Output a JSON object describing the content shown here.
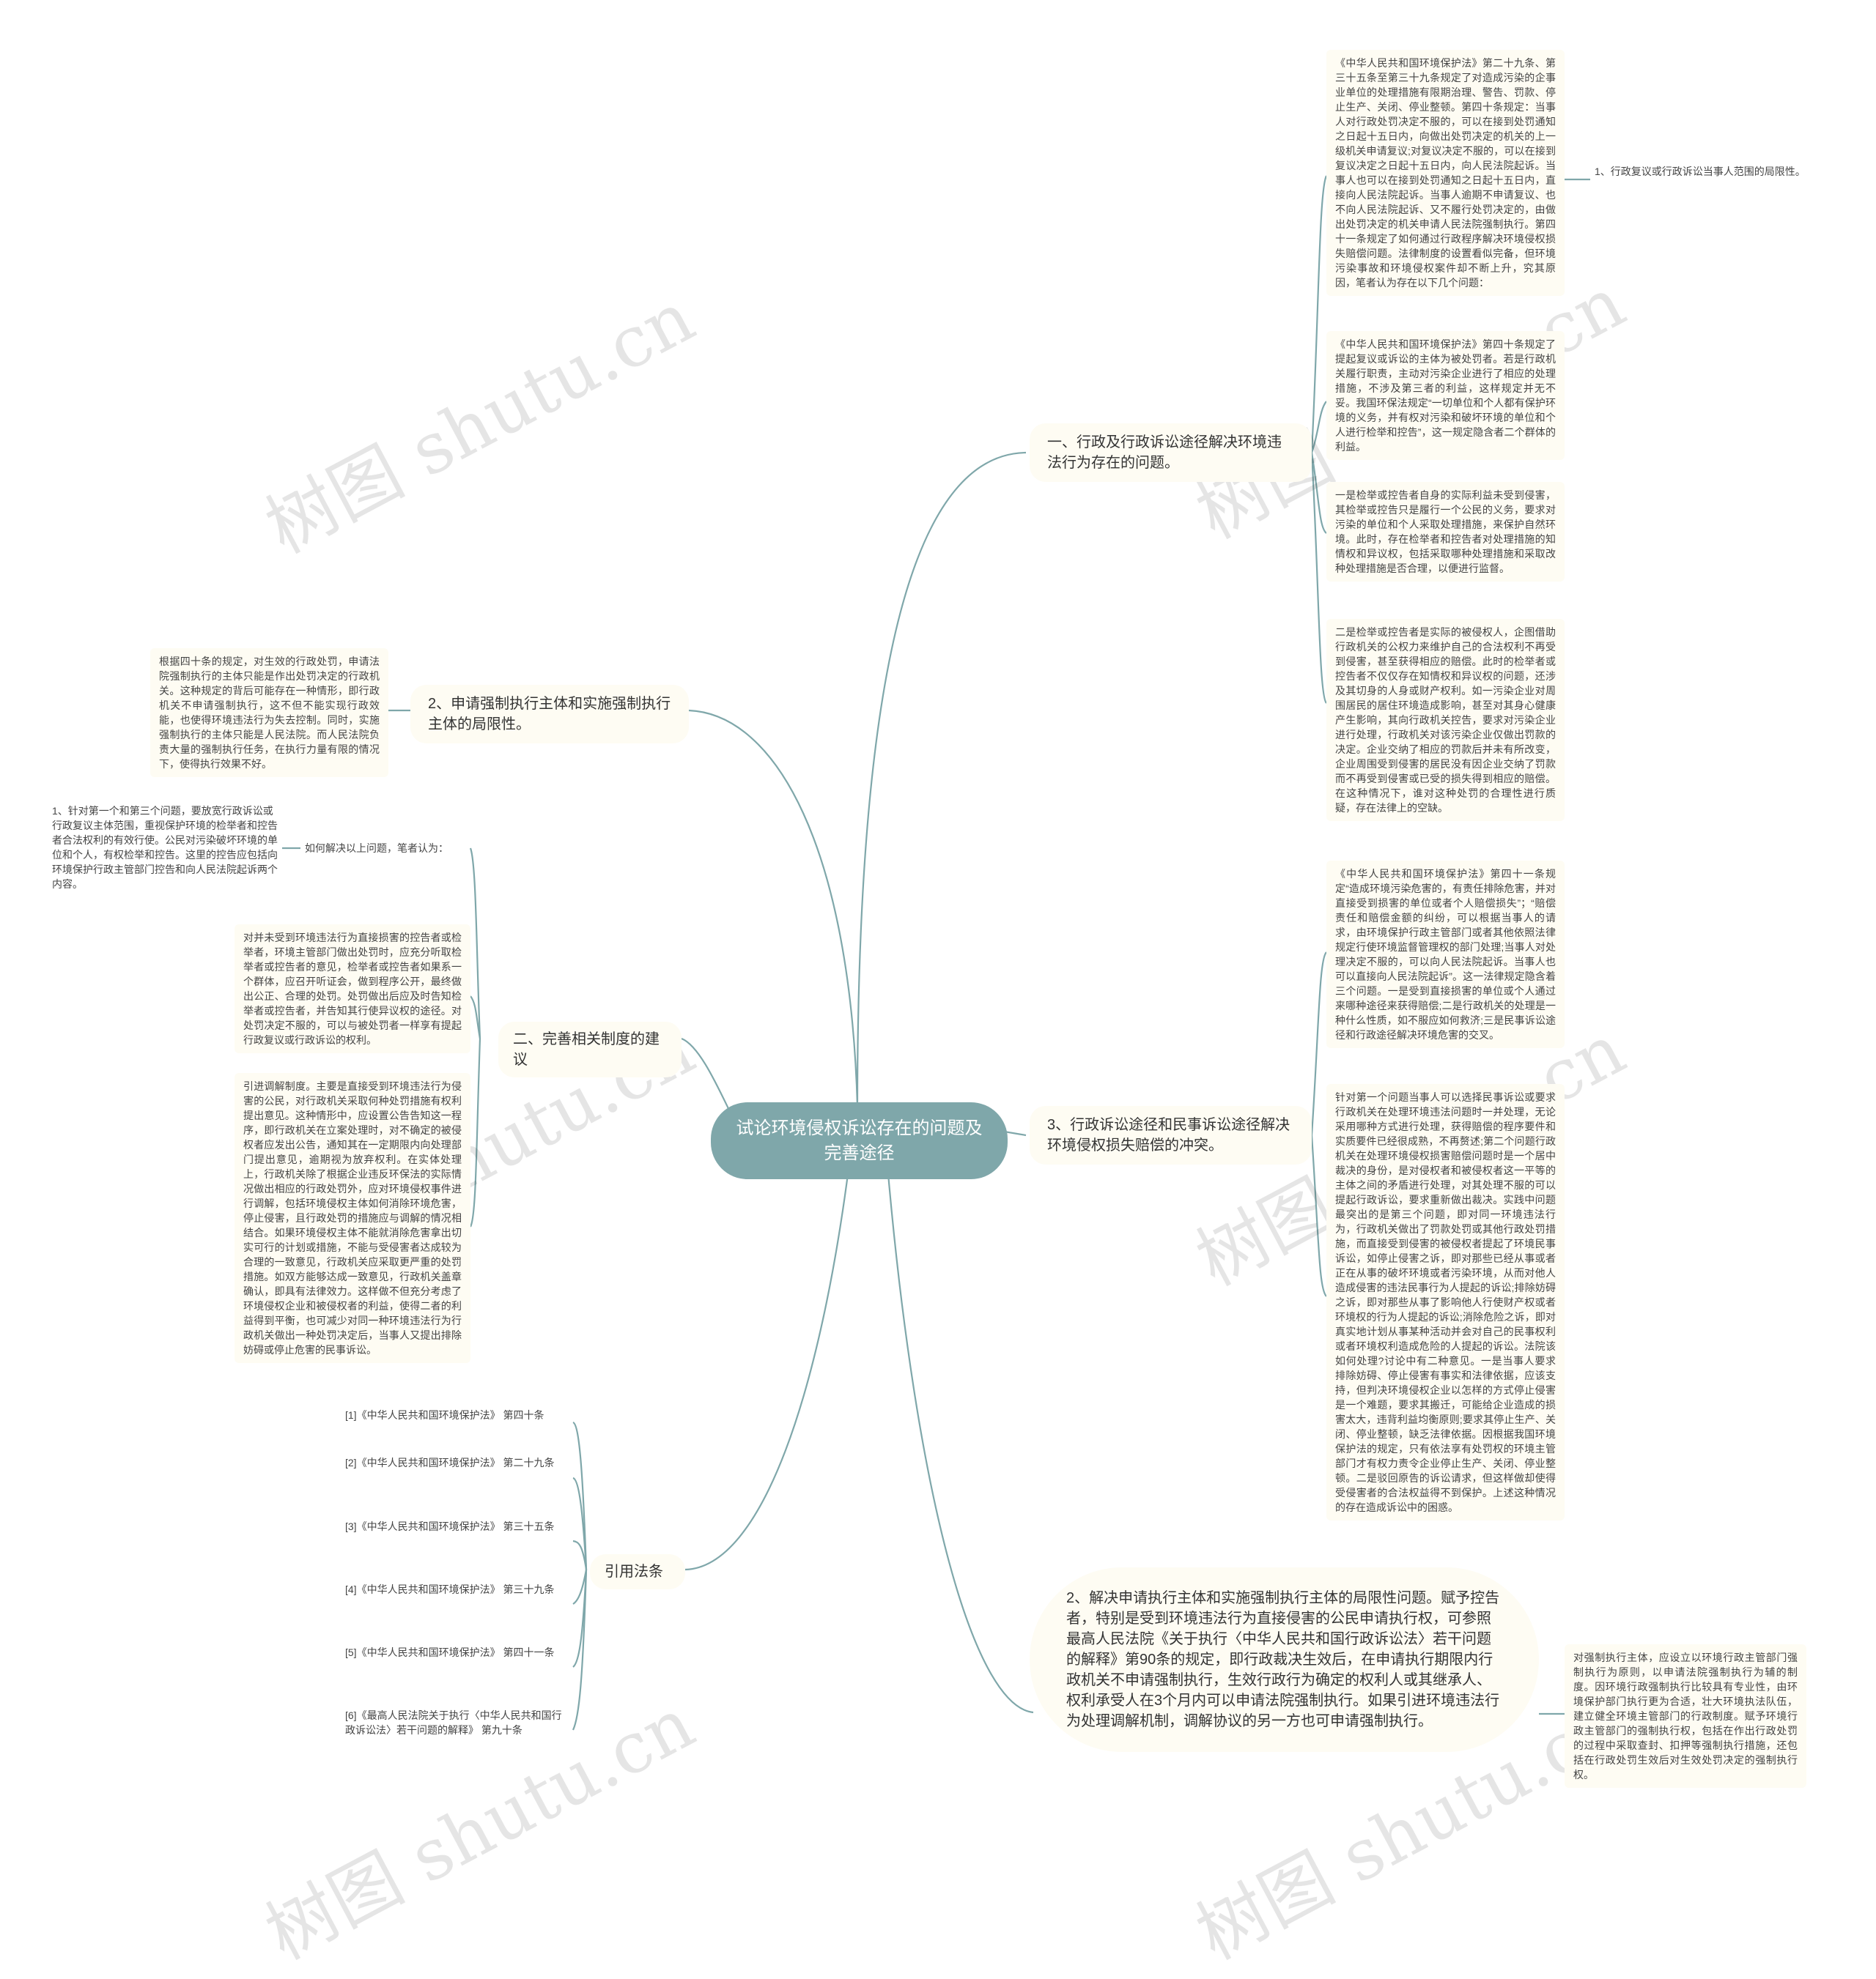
{
  "root": {
    "title": "试论环境侵权诉讼存在的问题及完善途径"
  },
  "branches": {
    "b1": {
      "label": "一、行政及行政诉讼途径解决环境违法行为存在的问题。",
      "leaf1": "《中华人民共和国环境保护法》第二十九条、第三十五条至第三十九条规定了对造成污染的企事业单位的处理措施有限期治理、警告、罚款、停止生产、关闭、停业整顿。第四十条规定：当事人对行政处罚决定不服的，可以在接到处罚通知之日起十五日内，向做出处罚决定的机关的上一级机关申请复议;对复议决定不服的，可以在接到复议决定之日起十五日内，向人民法院起诉。当事人也可以在接到处罚通知之日起十五日内，直接向人民法院起诉。当事人逾期不申请复议、也不向人民法院起诉、又不履行处罚决定的，由做出处罚决定的机关申请人民法院强制执行。第四十一条规定了如何通过行政程序解决环境侵权损失赔偿问题。法律制度的设置看似完备，但环境污染事故和环境侵权案件却不断上升，究其原因，笔者认为存在以下几个问题：",
      "leaf1_note": "1、行政复议或行政诉讼当事人范围的局限性。",
      "leaf2": "《中华人民共和国环境保护法》第四十条规定了提起复议或诉讼的主体为被处罚者。若是行政机关履行职责，主动对污染企业进行了相应的处理措施，不涉及第三者的利益，这样规定并无不妥。我国环保法规定“一切单位和个人都有保护环境的义务，并有权对污染和破坏环境的单位和个人进行检举和控告”，这一规定隐含者二个群体的利益。",
      "leaf3": "一是检举或控告者自身的实际利益未受到侵害，其检举或控告只是履行一个公民的义务，要求对污染的单位和个人采取处理措施，来保护自然环境。此时，存在检举者和控告者对处理措施的知情权和异议权，包括采取哪种处理措施和采取改种处理措施是否合理，以便进行监督。",
      "leaf4": "二是检举或控告者是实际的被侵权人，企图借助行政机关的公权力来维护自己的合法权利不再受到侵害，甚至获得相应的赔偿。此时的检举者或控告者不仅仅存在知情权和异议权的问题，还涉及其切身的人身或财产权利。如一污染企业对周围居民的居住环境造成影响，甚至对其身心健康产生影响，其向行政机关控告，要求对污染企业进行处理，行政机关对该污染企业仅做出罚款的决定。企业交纳了相应的罚款后并未有所改变，企业周围受到侵害的居民没有因企业交纳了罚款而不再受到侵害或已受的损失得到相应的赔偿。在这种情况下，谁对这种处罚的合理性进行质疑，存在法律上的空缺。"
    },
    "b3": {
      "label": "3、行政诉讼途径和民事诉讼途径解决环境侵权损失赔偿的冲突。",
      "leaf1": "《中华人民共和国环境保护法》第四十一条规定“造成环境污染危害的，有责任排除危害，并对直接受到损害的单位或者个人赔偿损失”；“赔偿责任和赔偿金额的纠纷，可以根据当事人的请求，由环境保护行政主管部门或者其他依照法律规定行使环境监督管理权的部门处理;当事人对处理决定不服的，可以向人民法院起诉。当事人也可以直接向人民法院起诉”。这一法律规定隐含着三个问题。一是受到直接损害的单位或个人通过来哪种途径来获得赔偿;二是行政机关的处理是一种什么性质，如不服应如何救济;三是民事诉讼途径和行政途径解决环境危害的交叉。",
      "leaf2": "针对第一个问题当事人可以选择民事诉讼或要求行政机关在处理环境违法问题时一并处理，无论采用哪种方式进行处理，获得赔偿的程序要件和实质要件已经很成熟，不再赘述;第二个问题行政机关在处理环境侵权损害赔偿问题时是一个居中裁决的身份，是对侵权者和被侵权者这一平等的主体之间的矛盾进行处理，对其处理不服的可以提起行政诉讼，要求重新做出裁决。实践中问题最突出的是第三个问题，即对同一环境违法行为，行政机关做出了罚款处罚或其他行政处罚措施，而直接受到侵害的被侵权者提起了环境民事诉讼，如停止侵害之诉，即对那些已经从事或者正在从事的破坏环境或者污染环境，从而对他人造成侵害的违法民事行为人提起的诉讼;排除妨碍之诉，即对那些从事了影响他人行使财产权或者环境权的行为人提起的诉讼;消除危险之诉，即对真实地计划从事某种活动并会对自己的民事权利或者环境权利造成危险的人提起的诉讼。法院该如何处理?讨论中有二种意见。一是当事人要求排除妨碍、停止侵害有事实和法律依据，应该支持，但判决环境侵权企业以怎样的方式停止侵害是一个难题，要求其搬迁，可能给企业造成的损害太大，违背利益均衡原则;要求其停止生产、关闭、停业整顿，缺乏法律依据。因根据我国环境保护法的规定，只有依法享有处罚权的环境主管部门才有权力责令企业停止生产、关闭、停业整顿。二是驳回原告的诉讼请求，但这样做却使得受侵害者的合法权益得不到保护。上述这种情况的存在造成诉讼中的困惑。"
    },
    "bbig": {
      "label": "2、解决申请执行主体和实施强制执行主体的局限性问题。赋予控告者，特别是受到环境违法行为直接侵害的公民申请执行权，可参照最高人民法院《关于执行〈中华人民共和国行政诉讼法〉若干问题的解释》第90条的规定，即行政裁决生效后，在申请执行期限内行政机关不申请强制执行，生效行政行为确定的权利人或其继承人、权利承受人在3个月内可以申请法院强制执行。如果引进环境违法行为处理调解机制，调解协议的另一方也可申请强制执行。",
      "leaf1": "对强制执行主体，应设立以环境行政主管部门强制执行为原则，以申请法院强制执行为辅的制度。因环境行政强制执行比较具有专业性，由环境保护部门执行更为合适，壮大环境执法队伍，建立健全环境主管部门的行政制度。赋予环境行政主管部门的强制执行权，包括在作出行政处罚的过程中采取查封、扣押等强制执行措施，还包括在行政处罚生效后对生效处罚决定的强制执行权。"
    },
    "b2": {
      "label": "2、申请强制执行主体和实施强制执行主体的局限性。",
      "leaf1": "根据四十条的规定，对生效的行政处罚，申请法院强制执行的主体只能是作出处罚决定的行政机关。这种规定的背后可能存在一种情形，即行政机关不申请强制执行，这不但不能实现行政效能，也使得环境违法行为失去控制。同时，实施强制执行的主体只能是人民法院。而人民法院负责大量的强制执行任务，在执行力量有限的情况下，使得执行效果不好。"
    },
    "b4": {
      "label": "二、完善相关制度的建议",
      "sub_label": "如何解决以上问题，笔者认为：",
      "sub_leaf": "1、针对第一个和第三个问题，要放宽行政诉讼或行政复议主体范围，重视保护环境的检举者和控告者合法权利的有效行使。公民对污染破坏环境的单位和个人，有权检举和控告。这里的控告应包括向环境保护行政主管部门控告和向人民法院起诉两个内容。",
      "leaf1": "对并未受到环境违法行为直接损害的控告者或检举者，环境主管部门做出处罚时，应充分听取检举者或控告者的意见，检举者或控告者如果系一个群体，应召开听证会，做到程序公开，最终做出公正、合理的处罚。处罚做出后应及时告知检举者或控告者，并告知其行使异议权的途径。对处罚决定不服的，可以与被处罚者一样享有提起行政复议或行政诉讼的权利。",
      "leaf2": "引进调解制度。主要是直接受到环境违法行为侵害的公民，对行政机关采取何种处罚措施有权利提出意见。这种情形中，应设置公告告知这一程序，即行政机关在立案处理时，对不确定的被侵权者应发出公告，通知其在一定期限内向处理部门提出意见，逾期视为放弃权利。在实体处理上，行政机关除了根据企业违反环保法的实际情况做出相应的行政处罚外，应对环境侵权事件进行调解，包括环境侵权主体如何消除环境危害，停止侵害，且行政处罚的措施应与调解的情况相结合。如果环境侵权主体不能就消除危害拿出切实可行的计划或措施，不能与受侵害者达成较为合理的一致意见，行政机关应采取更严重的处罚措施。如双方能够达成一致意见，行政机关盖章确认，即具有法律效力。这样做不但充分考虑了环境侵权企业和被侵权者的利益，使得二者的利益得到平衡，也可减少对同一种环境违法行为行政机关做出一种处罚决定后，当事人又提出排除妨碍或停止危害的民事诉讼。"
    },
    "b5": {
      "label": "引用法条",
      "refs": [
        "[1]《中华人民共和国环境保护法》 第四十条",
        "[2]《中华人民共和国环境保护法》 第二十九条",
        "[3]《中华人民共和国环境保护法》 第三十五条",
        "[4]《中华人民共和国环境保护法》 第三十九条",
        "[5]《中华人民共和国环境保护法》 第四十一条",
        "[6]《最高人民法院关于执行〈中华人民共和国行政诉讼法〉若干问题的解释》 第九十条"
      ]
    }
  },
  "watermark": "树图 shutu.cn",
  "colors": {
    "link": "#7fa7aa",
    "root_bg": "#7fa7aa",
    "node_bg": "#fefcf3"
  }
}
